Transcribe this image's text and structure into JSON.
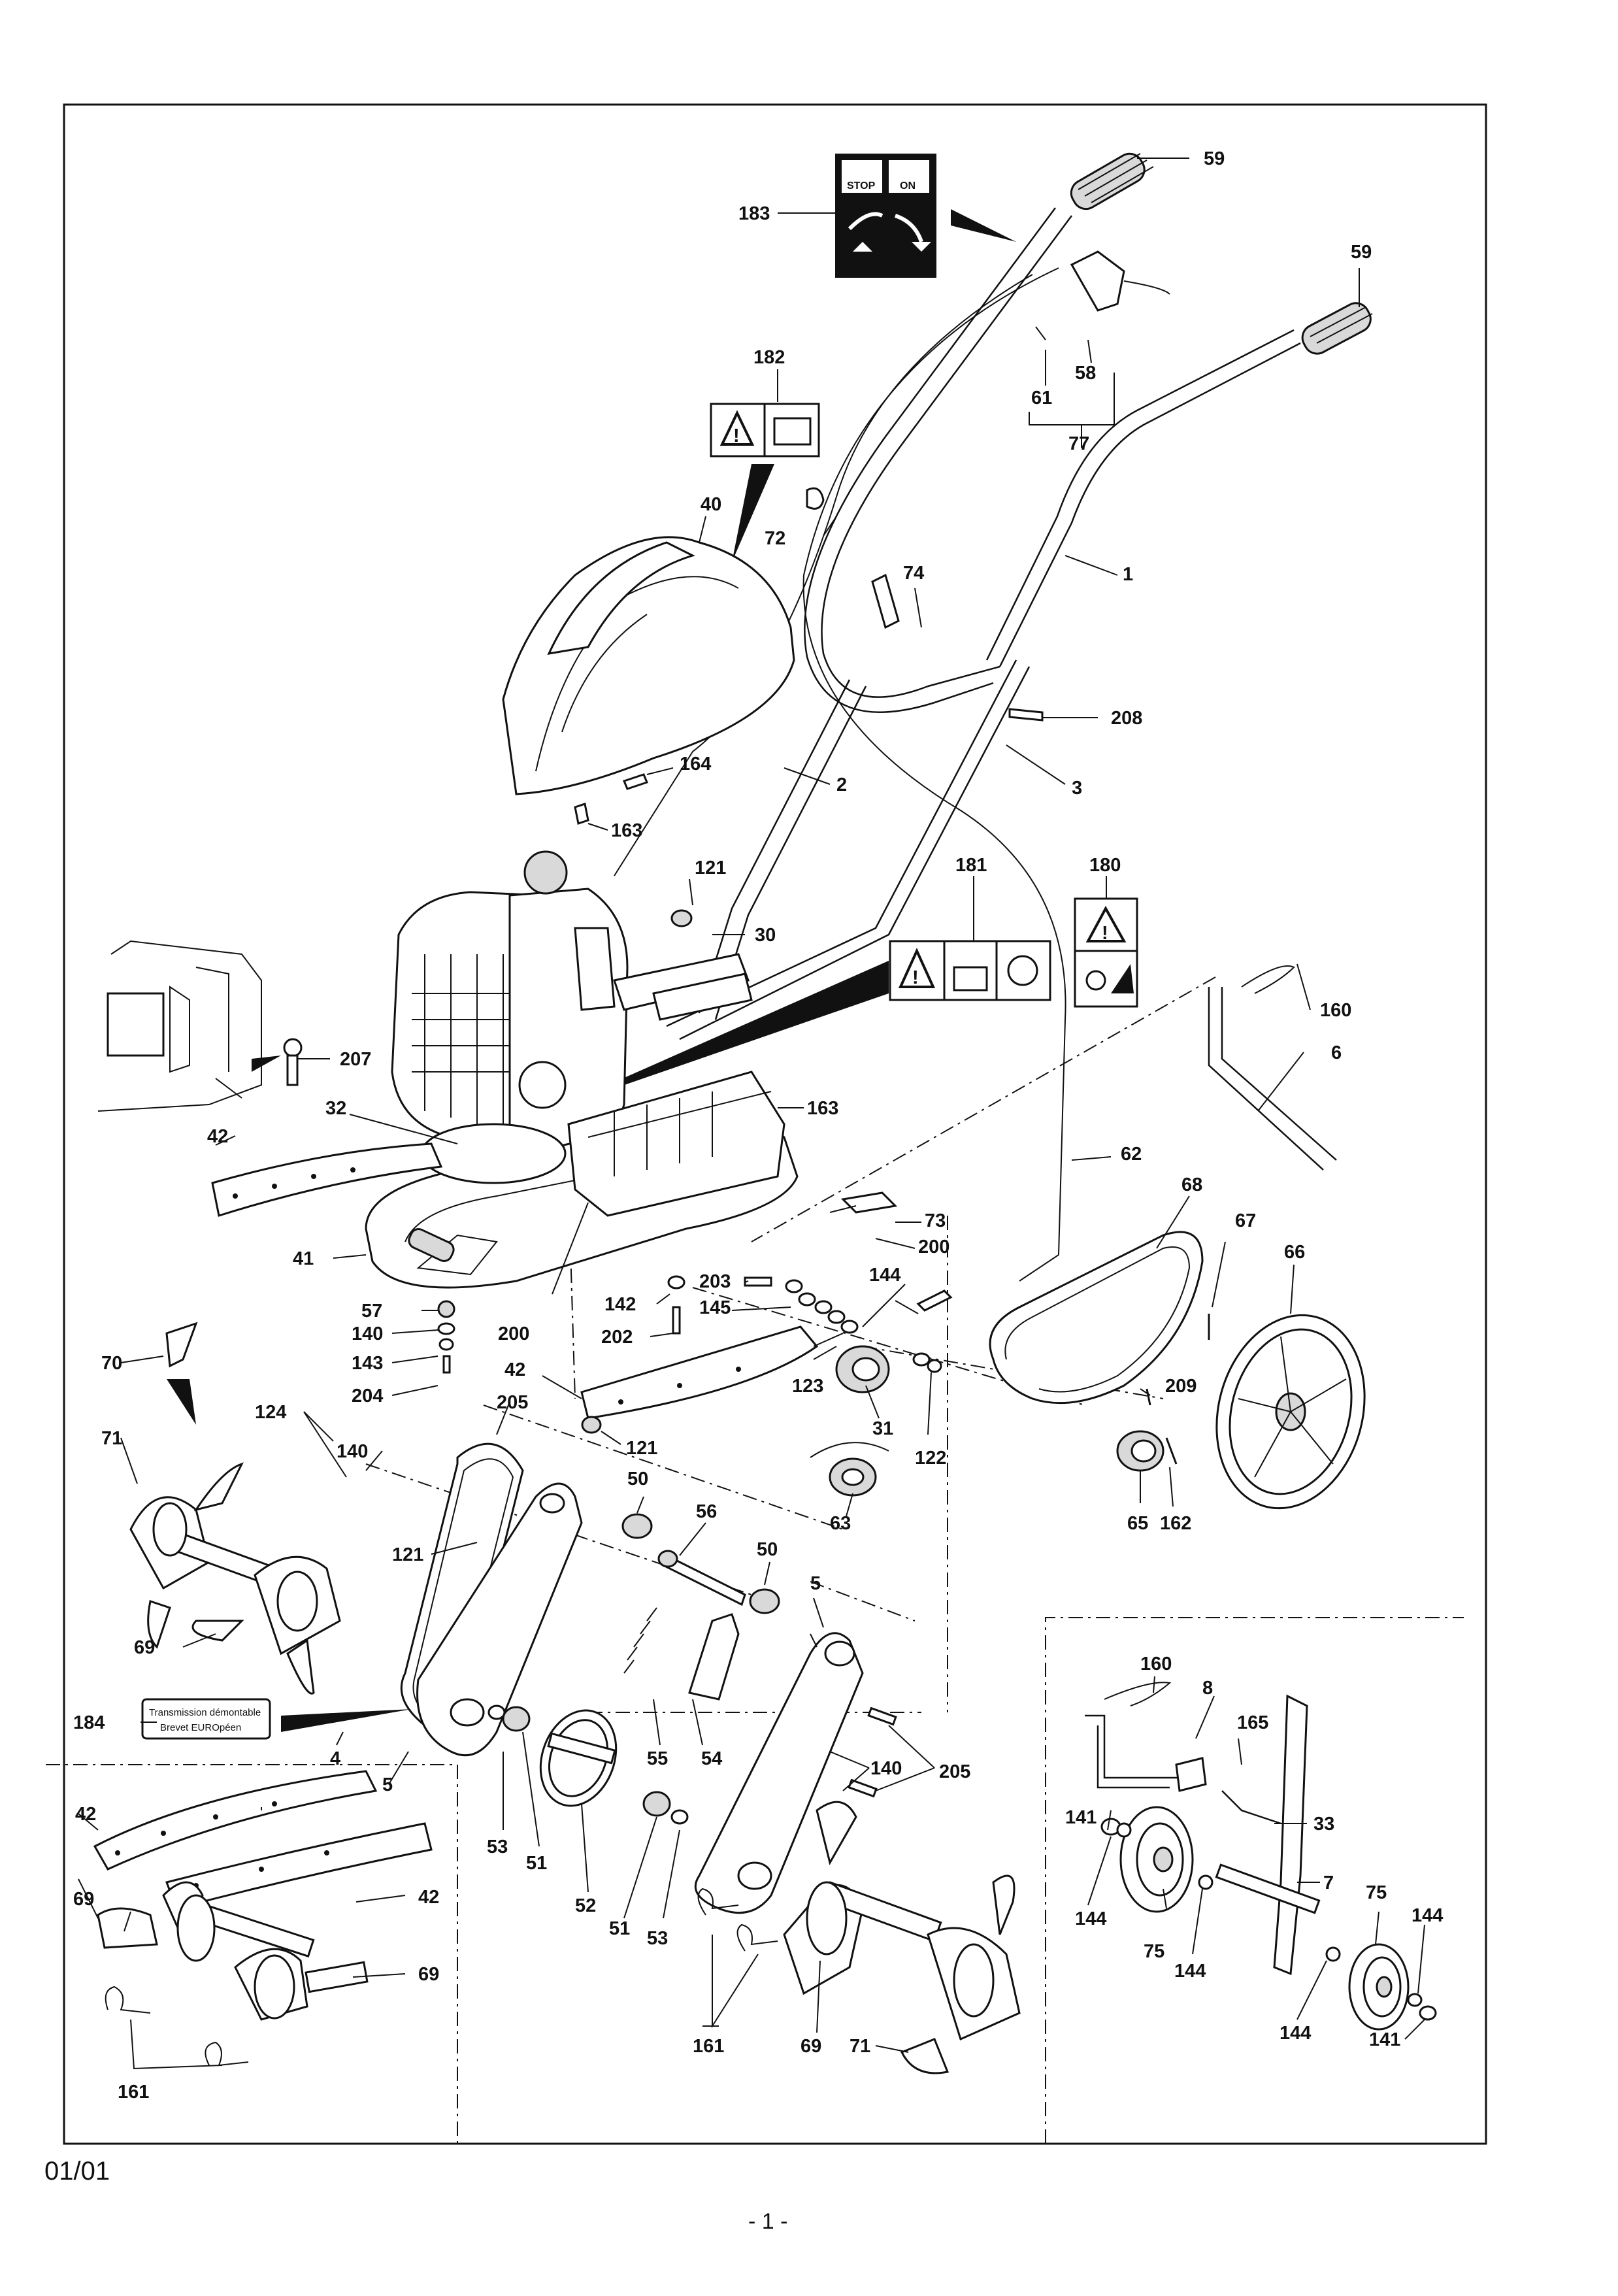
{
  "footer": {
    "date_code": "01/01",
    "page_number": "- 1 -"
  },
  "decals": {
    "d183_stop": "STOP",
    "d183_on": "ON",
    "d184_line1": "Transmission démontable",
    "d184_line2": "Brevet EUROpéen"
  },
  "callouts": {
    "c59a": "59",
    "c59b": "59",
    "c183": "183",
    "c61": "61",
    "c58": "58",
    "c77": "77",
    "c182": "182",
    "c40": "40",
    "c72": "72",
    "c74": "74",
    "c1": "1",
    "c208": "208",
    "c164": "164",
    "c2": "2",
    "c3": "3",
    "c163a": "163",
    "c121a": "121",
    "c181": "181",
    "c180": "180",
    "c30": "30",
    "c160a": "160",
    "c6": "6",
    "c207": "207",
    "c32": "32",
    "c163b": "163",
    "c42a": "42",
    "c62": "62",
    "c68": "68",
    "c67": "67",
    "c73": "73",
    "c200a": "200",
    "c66": "66",
    "c41": "41",
    "c57": "57",
    "c142": "142",
    "c203": "203",
    "c144a": "144",
    "c145": "145",
    "c140a": "140",
    "c143": "143",
    "c200b": "200",
    "c202": "202",
    "c204": "204",
    "c42b": "42",
    "c123": "123",
    "c70": "70",
    "c209": "209",
    "c205a": "205",
    "c124": "124",
    "c121b": "121",
    "c31": "31",
    "c122": "122",
    "c71a": "71",
    "c140b": "140",
    "c50a": "50",
    "c63": "63",
    "c65": "65",
    "c162": "162",
    "c56": "56",
    "c121c": "121",
    "c50b": "50",
    "c5a": "5",
    "c69a": "69",
    "c160b": "160",
    "c8": "8",
    "c184": "184",
    "c4": "4",
    "c165": "165",
    "c55": "55",
    "c54": "54",
    "c140c": "140",
    "c205b": "205",
    "c5b": "5",
    "c33": "33",
    "c42c": "42",
    "c53a": "53",
    "c51a": "51",
    "c141a": "141",
    "c7": "7",
    "c75a": "75",
    "c69b": "69",
    "c42d": "42",
    "c52": "52",
    "c51b": "51",
    "c144b": "144",
    "c144c": "144",
    "c75b": "75",
    "c144d": "144",
    "c53b": "53",
    "c69c": "69",
    "c144e": "144",
    "c141b": "141",
    "c161a": "161",
    "c69d": "69",
    "c71b": "71",
    "c161b": "161"
  }
}
